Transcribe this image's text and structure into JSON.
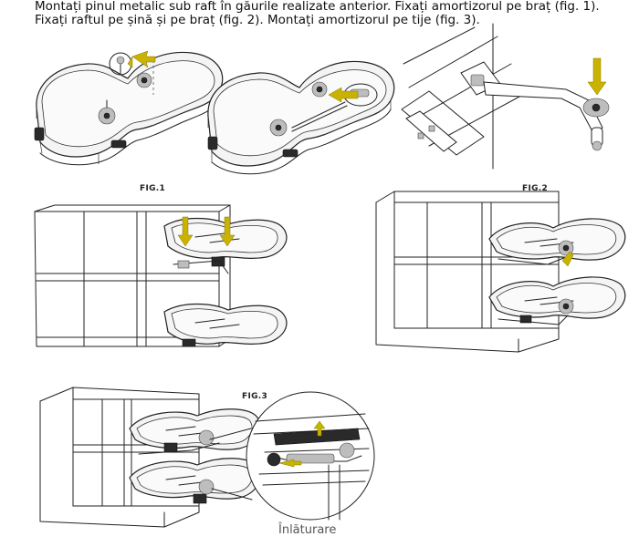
{
  "instructions": {
    "line1": "Montați pinul metalic sub raft în găurile realizate anterior. Fixați amortizorul pe braț (fig. 1).",
    "line2": "Fixați raftul pe șină și pe braț (fig. 2). Montați amortizorul pe tije (fig. 3)."
  },
  "figures": {
    "fig1_label": "FIG.1",
    "fig2_label": "FIG.2",
    "fig3_label": "FIG.3"
  },
  "removal_label": "Înlăturare",
  "colors": {
    "arrow": "#c9b200",
    "line": "#222222"
  }
}
